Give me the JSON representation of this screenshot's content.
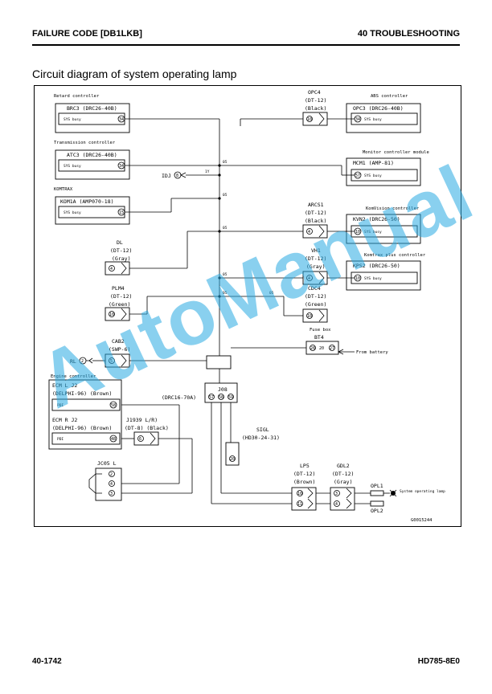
{
  "header": {
    "left": "FAILURE CODE [DB1LKB]",
    "right": "40 TROUBLESHOOTING"
  },
  "title": "Circuit diagram of system operating lamp",
  "footer": {
    "left": "40-1742",
    "right": "HD785-8E0"
  },
  "watermark": "AutoManual",
  "diagram": {
    "retard": {
      "caption": "Retard controller",
      "conn": "BRC3 (DRC26-40B)",
      "sig": "SYS busy",
      "pin": "34"
    },
    "trans": {
      "caption": "Transmission controller",
      "conn": "ATC3 (DRC26-40B)",
      "sig": "SYS busy",
      "pin": "34"
    },
    "komtrax": {
      "caption": "KOMTRAX",
      "conn": "KOM1A (AMP070-18)",
      "sig": "SYS busy",
      "pin": "15"
    },
    "dl": {
      "name": "DL",
      "type": "(DT-12)",
      "color": "(Gray)",
      "pin": "4"
    },
    "plm4": {
      "name": "PLM4",
      "type": "(DT-12)",
      "color": "(Green)",
      "pin": "10"
    },
    "cab2": {
      "name": "CAB2",
      "type": "(SWP-6)",
      "pin": "5"
    },
    "rl": {
      "label": "RL",
      "ref": "2"
    },
    "idj": {
      "label": "IDJ",
      "ref": "8"
    },
    "engine": {
      "caption": "Engine controller",
      "conn1": "ECM L J2",
      "type1": "(DELPHI-96) (Brown)",
      "pdi1": "PDI",
      "pin1": "58",
      "conn2": "ECM R J2",
      "type2": "(DELPHI-96) (Brown)",
      "pdi2": "PDI",
      "pin2": "48"
    },
    "j1939": {
      "name": "J1939 L/R)",
      "type": "(DT-8) (Black)",
      "pin": "6"
    },
    "jc05": {
      "name": "JC05 L",
      "pins": [
        "2",
        "4",
        "3"
      ]
    },
    "j08": {
      "name": "J08",
      "type": "(DRC16-70A)",
      "pins": [
        "57",
        "58",
        "59"
      ]
    },
    "sigl": {
      "name": "SIGL",
      "type": "(HD30-24-31)",
      "pin": "20"
    },
    "opc4": {
      "name": "OPC4",
      "type": "(DT-12)",
      "color": "(Black)",
      "pin": "10"
    },
    "abs": {
      "caption": "ABS controller",
      "conn": "OPC3 (DRC26-40B)",
      "sig": "SYS busy",
      "pin": "34"
    },
    "monitor": {
      "caption": "Monitor controller module",
      "conn": "MCM1 (AMP-81)",
      "sig": "SYS busy",
      "pin": "57"
    },
    "arcs1": {
      "name": "ARCS1",
      "type": "(DT-12)",
      "color": "(Black)",
      "pin": "4"
    },
    "komvision": {
      "caption": "KomVision controller",
      "conn": "KVN2 (DRC26-50)",
      "sig": "SYS busy",
      "pin": "10"
    },
    "vh1": {
      "name": "VH1",
      "type": "(DT-12)",
      "color": "(Gray)",
      "pin": "4"
    },
    "komtraxplus": {
      "caption": "Komtrax plus controller",
      "conn": "KPS2 (DRC26-50)",
      "sig": "SYS busy",
      "pin": "10"
    },
    "cdc4": {
      "name": "CDC4",
      "type": "(DT-12)",
      "color": "(Green)",
      "pin": "10"
    },
    "fusebox": {
      "caption": "Fuse box",
      "name": "BT4",
      "pins": [
        "28",
        "20",
        "27"
      ],
      "battery": "From battery"
    },
    "lp5": {
      "name": "LP5",
      "type": "(DT-12)",
      "color": "(Brown)",
      "pins": [
        "10",
        "11"
      ]
    },
    "gdl2": {
      "name": "GDL2",
      "type": "(DT-12)",
      "color": "(Gray)",
      "pins": [
        "3",
        "4"
      ]
    },
    "opl1": "OPL1",
    "opl2": "OPL2",
    "lamp": "System operating lamp",
    "wire_tags": [
      "05",
      "05",
      "1Y",
      "05",
      "05",
      "05",
      "05"
    ],
    "fig_id": "G0015244"
  }
}
